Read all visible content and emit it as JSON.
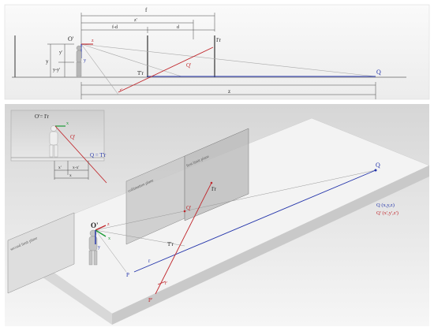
{
  "top_view": {
    "dimensions": {
      "f": "f",
      "z_prime": "z'",
      "f_minus_d": "f-d",
      "d": "d",
      "z": "z",
      "y": "y",
      "y_prime": "y'",
      "y_minus_y_prime": "y-y'"
    },
    "labels": {
      "origin": "O'",
      "z_axis": "z",
      "y_axis": "y",
      "i_prime_r": "I'r",
      "t_prime_r": "T'r",
      "q_prime": "Q'",
      "r_prime": "r'",
      "q": "Q"
    }
  },
  "bottom_view": {
    "inset": {
      "origin_label": "O'= I'r",
      "x_axis": "x",
      "q_prime": "Q'",
      "q_label": "Q = T'r",
      "dim_x_prime": "x'",
      "dim_x_minus_x_prime": "x-x'",
      "dim_x": "x"
    },
    "planes": {
      "first_limit": "first limit plane",
      "collimation": "collimation plane",
      "second_limit": "second limit plane"
    },
    "labels": {
      "origin": "O'",
      "z_axis": "z",
      "x_axis": "x",
      "y_axis": "y",
      "i_prime_r": "I'r",
      "t_prime_r": "T'r",
      "q_prime": "Q'",
      "q": "Q",
      "r": "r",
      "r_prime": "r'",
      "p": "P",
      "p_prime": "P'"
    },
    "legend": {
      "q": "Q (x,y,z)",
      "q_prime": "Q' (x',y',z')"
    }
  },
  "colors": {
    "blue": "#2233aa",
    "red": "#c0262b",
    "green": "#1a9a35",
    "ground": "#e8e8e8",
    "background": "#f2f2f2"
  }
}
